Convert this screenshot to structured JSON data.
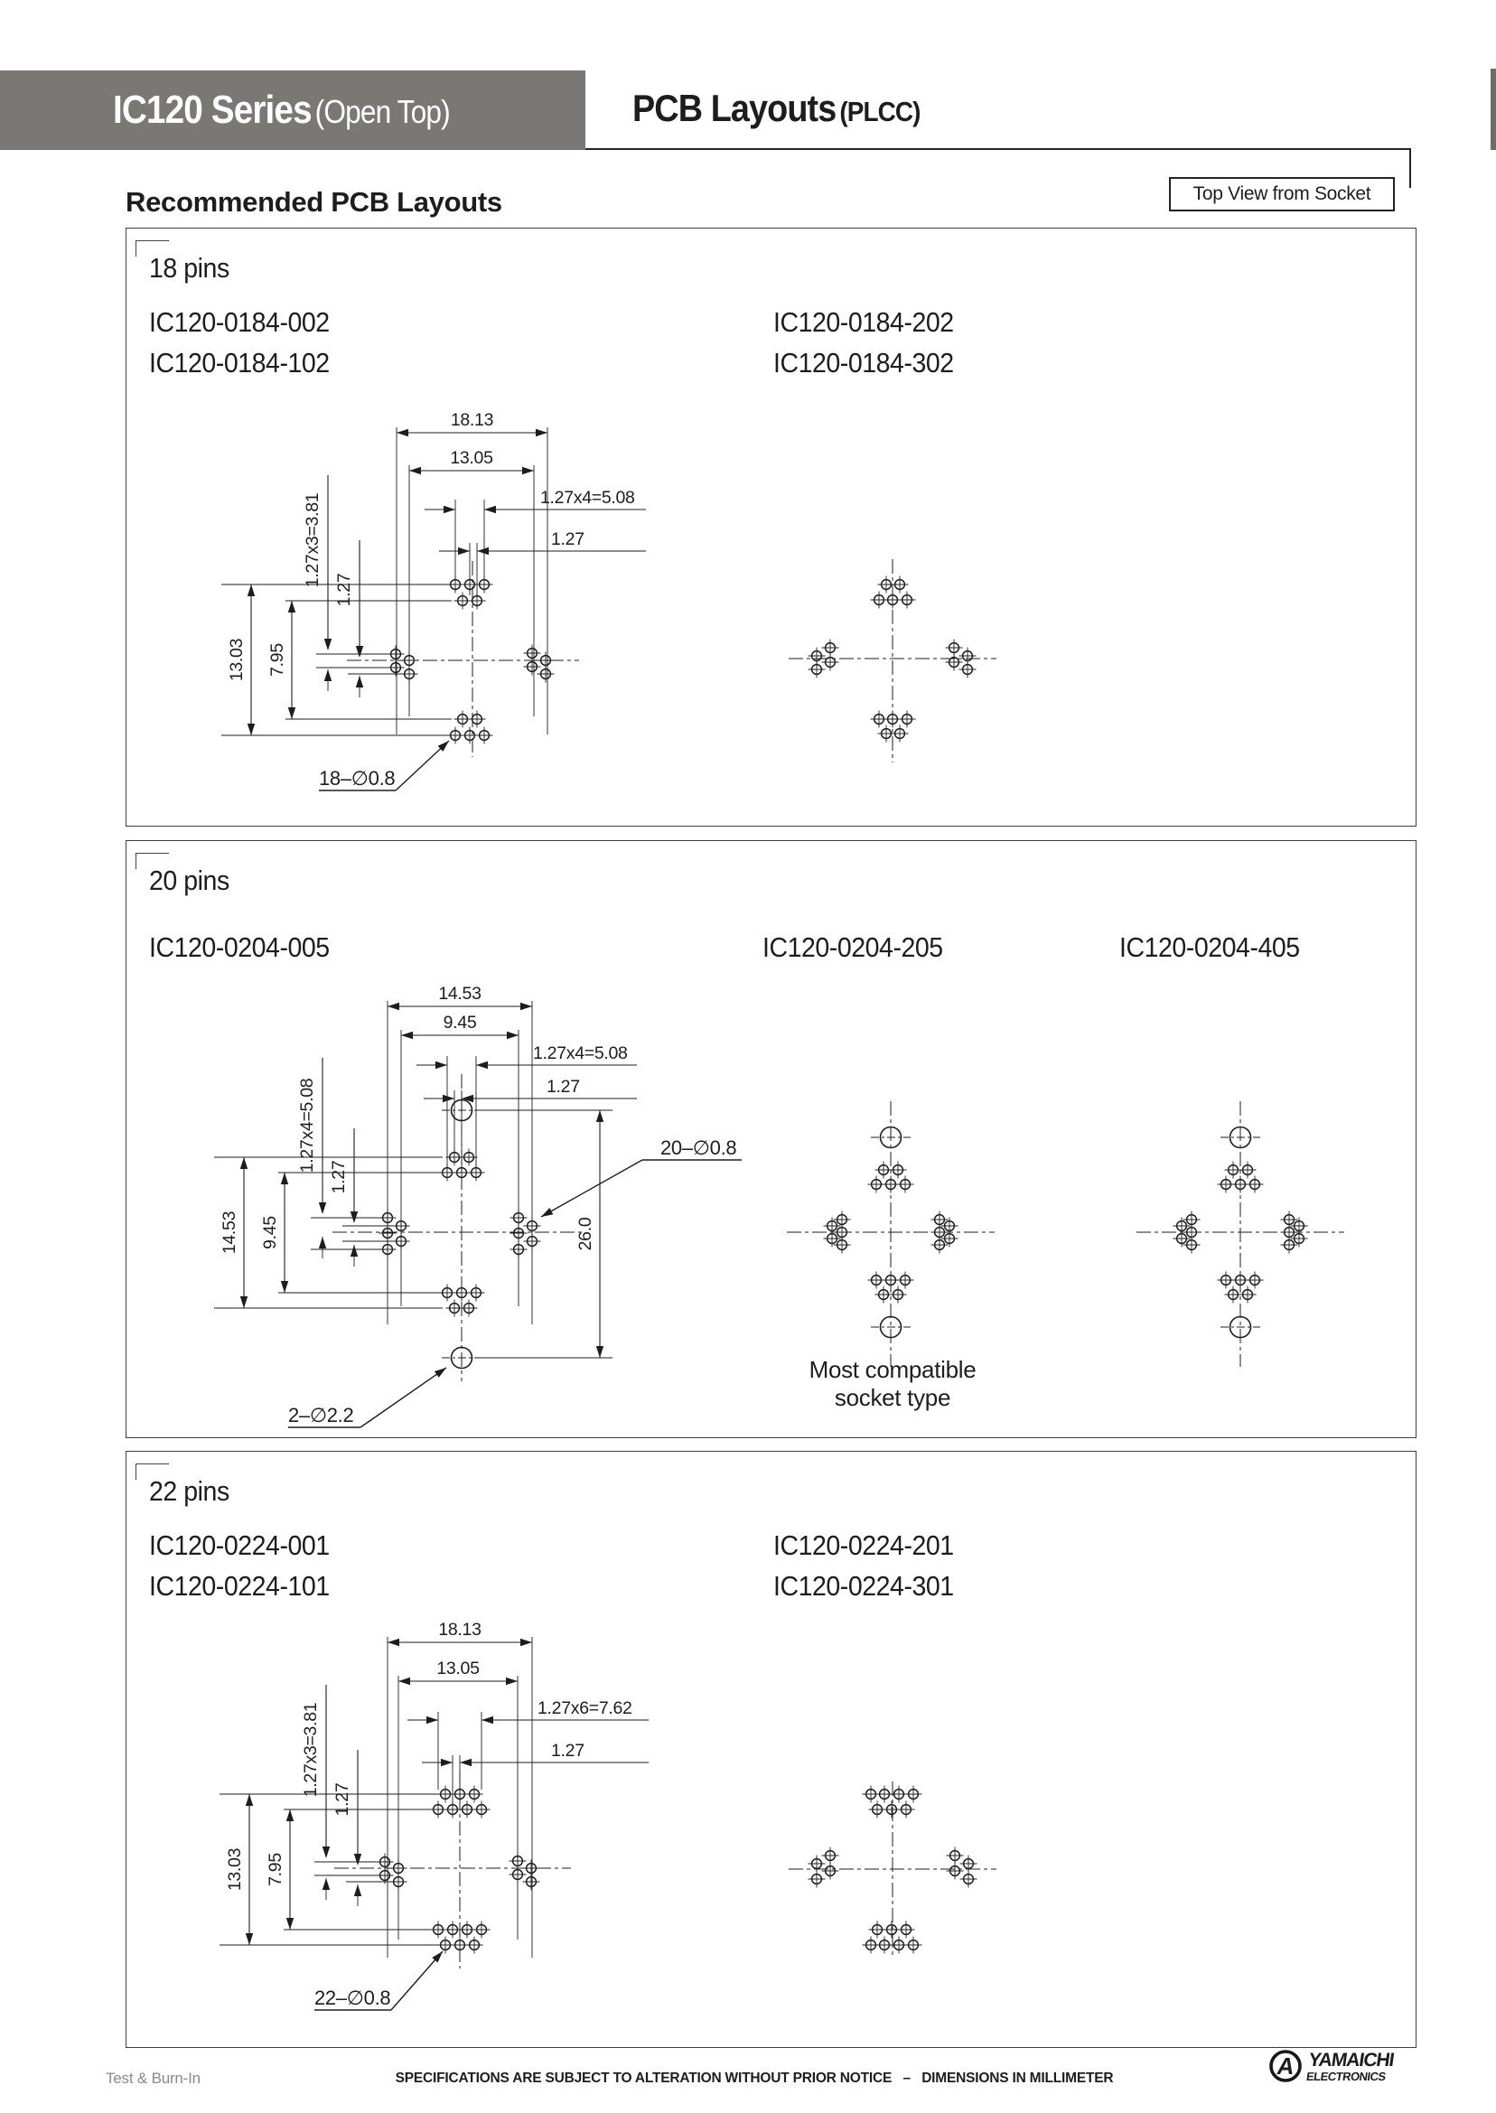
{
  "header": {
    "series": "IC120 Series",
    "series_sub": "(Open Top)",
    "title": "PCB Layouts",
    "title_sub": "(PLCC)"
  },
  "page": {
    "heading": "Recommended PCB Layouts",
    "top_view": "Top View from Socket"
  },
  "sections": [
    {
      "title": "18 pins",
      "parts_left": [
        "IC120-0184-002",
        "IC120-0184-102"
      ],
      "parts_right": [
        "IC120-0184-202",
        "IC120-0184-302"
      ],
      "dims": {
        "w1": "18.13",
        "w2": "13.05",
        "pitch_h": "1.27x4=5.08",
        "unit_h": "1.27",
        "pitch_v": "1.27x3=3.81",
        "unit_v": "1.27",
        "h1": "13.03",
        "h2": "7.95",
        "hole": "18–∅0.8"
      }
    },
    {
      "title": "20 pins",
      "parts": [
        "IC120-0204-005",
        "IC120-0204-205",
        "IC120-0204-405"
      ],
      "note_line1": "Most compatible",
      "note_line2": "socket type",
      "dims": {
        "w1": "14.53",
        "w2": "9.45",
        "pitch_h": "1.27x4=5.08",
        "unit_h": "1.27",
        "pitch_v": "1.27x4=5.08",
        "unit_v": "1.27",
        "h1": "14.53",
        "h2": "9.45",
        "span": "26.0",
        "hole": "20–∅0.8",
        "big_hole": "2–∅2.2"
      }
    },
    {
      "title": "22 pins",
      "parts_left": [
        "IC120-0224-001",
        "IC120-0224-101"
      ],
      "parts_right": [
        "IC120-0224-201",
        "IC120-0224-301"
      ],
      "dims": {
        "w1": "18.13",
        "w2": "13.05",
        "pitch_h": "1.27x6=7.62",
        "unit_h": "1.27",
        "pitch_v": "1.27x3=3.81",
        "unit_v": "1.27",
        "h1": "13.03",
        "h2": "7.95",
        "hole": "22–∅0.8"
      }
    }
  ],
  "footer": {
    "left": "Test & Burn-In",
    "center": "SPECIFICATIONS ARE SUBJECT TO ALTERATION WITHOUT PRIOR NOTICE   –   DIMENSIONS IN MILLIMETER",
    "logo_line1": "YAMAICHI",
    "logo_line2": "ELECTRONICS"
  },
  "colors": {
    "header_gray": "#7a7875",
    "ink": "#1d1d1d",
    "panel_border": "#3f3f3f",
    "muted": "#8a8a8a"
  }
}
